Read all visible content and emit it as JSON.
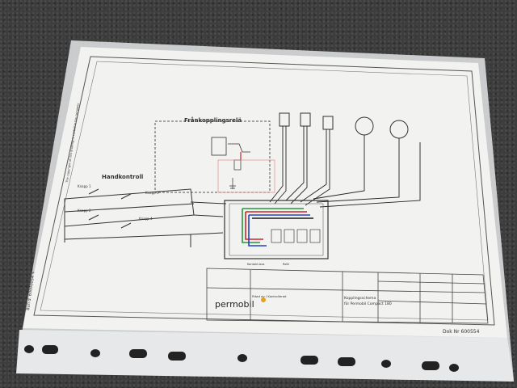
{
  "photo": {
    "subject": "perforated plastic sleeve with a printed wiring schematic",
    "surface": "grey carpet"
  },
  "schematic": {
    "box_title": "Frånkopplingsrelä",
    "hand_title": "Handkontroll",
    "buttons": [
      "Knapp 1",
      "Knapp 2",
      "Knapp 3",
      "Knapp 4"
    ],
    "box_label": "Kontakt-box",
    "relay_label": "Relä",
    "brand": "permobil",
    "title_line1": "Kopplingsschema",
    "title_line2": "för Permobil Compact 180",
    "doc_no": "Dok Nr 600554",
    "side_text": "Ritad av / Kontrollerad",
    "sidebar_code": "Bun d. 60000054 +"
  },
  "colors": {
    "red": "#d2232a",
    "green": "#1f9a3a",
    "blue": "#2340c4",
    "black": "#1a1a1a",
    "paper": "#f4f4f2"
  }
}
